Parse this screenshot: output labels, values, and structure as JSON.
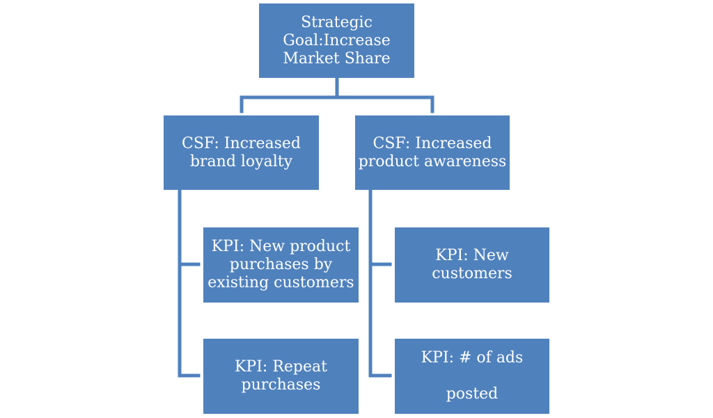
{
  "colors": {
    "box_fill": "#4f81bd",
    "box_text": "#ffffff",
    "connector": "#4f81bd"
  },
  "goal": {
    "label": "Strategic\nGoal:Increase\nMarket Share"
  },
  "csfs": [
    {
      "label": "CSF: Increased\nbrand loyalty",
      "kpis": [
        {
          "label": "KPI: New product\npurchases by\nexisting customers"
        },
        {
          "label": "KPI: Repeat\npurchases"
        }
      ]
    },
    {
      "label": "CSF: Increased\nproduct awareness",
      "kpis": [
        {
          "label": "KPI: New\ncustomers"
        },
        {
          "label": "KPI: # of ads\n\nposted"
        }
      ]
    }
  ]
}
